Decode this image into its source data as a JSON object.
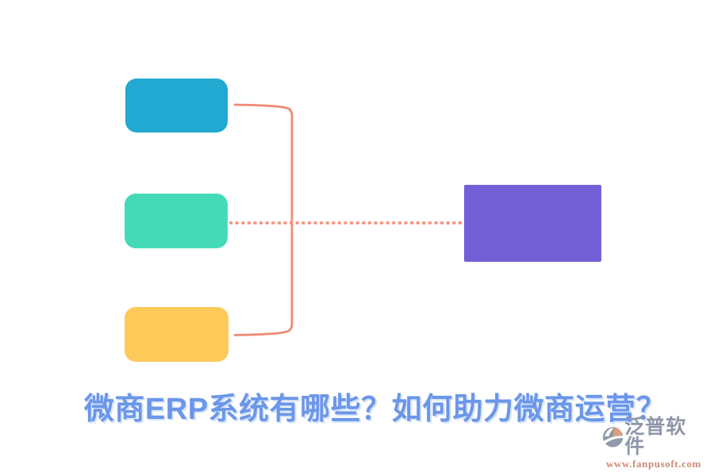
{
  "diagram": {
    "title": {
      "text": "微商ERP系统有哪些？如何助力微商运营？",
      "color": "#6b96e9"
    },
    "nodes": {
      "top": {
        "color": "#21a9d2"
      },
      "middle": {
        "color": "#45dab7"
      },
      "bottom": {
        "color": "#fdc959"
      },
      "right": {
        "color": "#7460d6"
      }
    },
    "connectors": {
      "bracket_color": "#ef8a74",
      "dotted_color": "#f2947f"
    }
  },
  "watermark": {
    "brand": "泛普软件",
    "brand_color": "#8e96a8",
    "url": "www.fanpusoft.com",
    "url_color": "#cd8a76",
    "icon": "fanpu-logo-icon",
    "icon_colors": {
      "gray": "#9099ab",
      "orange": "#dd9f7c"
    }
  }
}
